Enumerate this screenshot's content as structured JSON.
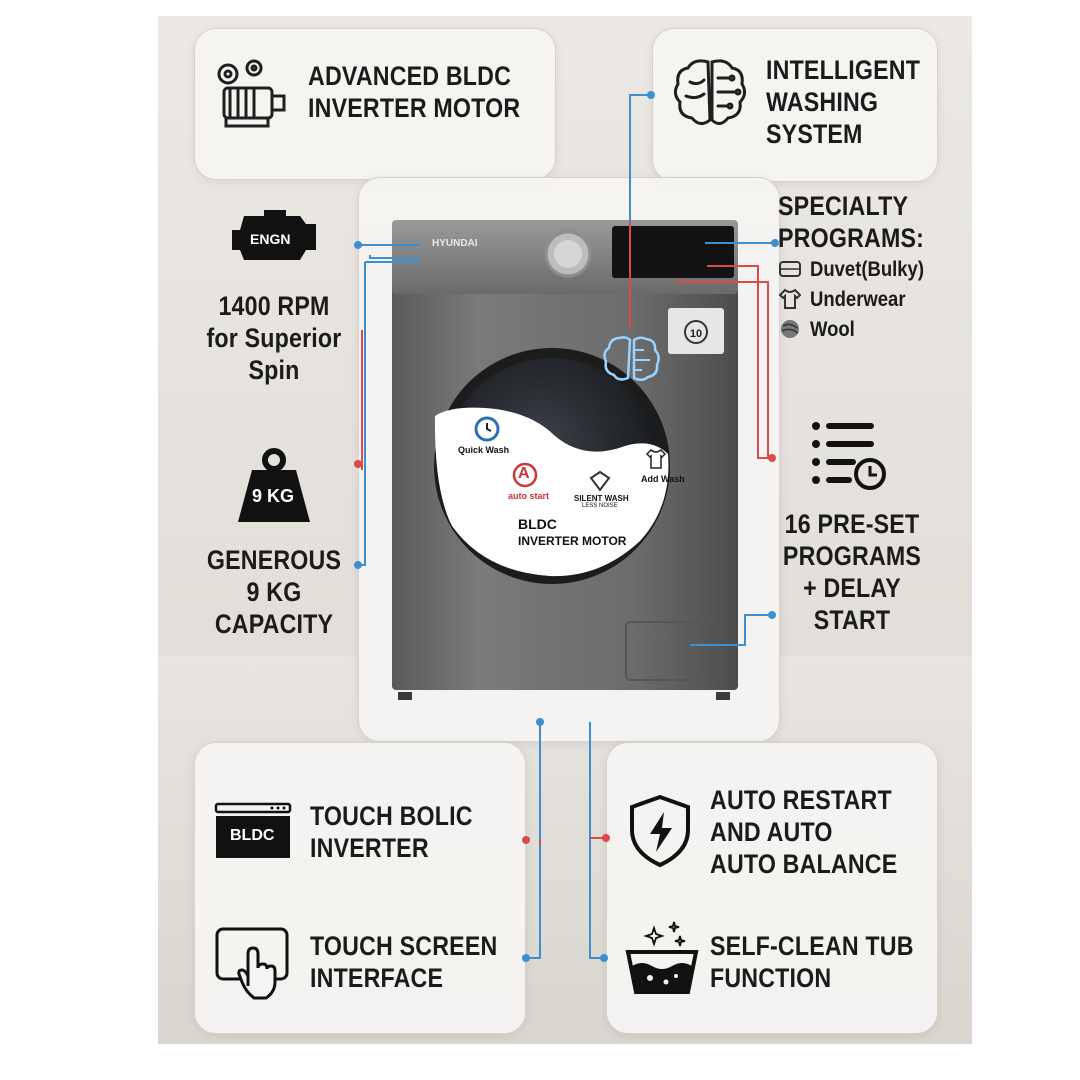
{
  "features": {
    "motor": {
      "title_line1": "ADVANCED BLDC",
      "title_line2": "INVERTER MOTOR",
      "icon": "motor-gears-icon"
    },
    "intelligent": {
      "title_line1": "INTELLIGENT",
      "title_line2": "WASHING",
      "title_line3": "SYSTEM",
      "icon": "brain-circuit-icon"
    },
    "rpm": {
      "badge": "ENGN",
      "line1": "1400 RPM",
      "line2": "for Superior",
      "line3": "Spin",
      "icon": "engine-icon"
    },
    "specialty": {
      "title_line1": "SPECIALTY",
      "title_line2": "PROGRAMS:",
      "items": [
        "Duvet(Bulky)",
        "Underwear",
        "Wool"
      ]
    },
    "capacity": {
      "badge": "9 KG",
      "line1": "GENEROUS",
      "line2": "9 KG",
      "line3": "CAPACITY",
      "icon": "weight-icon"
    },
    "preset": {
      "line1": "16 PRE-SET",
      "line2": "PROGRAMS",
      "line3": "+ DELAY",
      "line4": "START",
      "icon": "list-clock-icon"
    },
    "touch_bldc": {
      "badge": "BLDC",
      "line1": "TOUCH BOLIC",
      "line2": "INVERTER",
      "icon": "bldc-board-icon"
    },
    "auto_restart": {
      "line1": "AUTO RESTART",
      "line2": "AND AUTO",
      "line3": "AUTO BALANCE",
      "icon": "shield-bolt-icon"
    },
    "touch_screen": {
      "line1": "TOUCH SCREEN",
      "line2": "INTERFACE",
      "icon": "hand-touch-icon"
    },
    "self_clean": {
      "line1": "SELF-CLEAN TUB",
      "line2": "FUNCTION",
      "icon": "tub-sparkle-icon"
    }
  },
  "washer": {
    "brand": "HYUNDAI",
    "sticker": {
      "quick_wash": "Quick Wash",
      "auto_start": "auto start",
      "auto_start_letter": "A",
      "silent_line1": "SILENT WASH",
      "silent_line2": "LESS NOISE",
      "add_wash": "Add Wash",
      "bldc": "BLDC",
      "inverter_motor": "INVERTER MOTOR"
    },
    "energy_label_number": "10"
  },
  "colors": {
    "blue_line": "#3e8fd0",
    "red_line": "#d94a4a",
    "washer_body": "#6e6e6e",
    "panel_bg": "#f5f4f2"
  }
}
